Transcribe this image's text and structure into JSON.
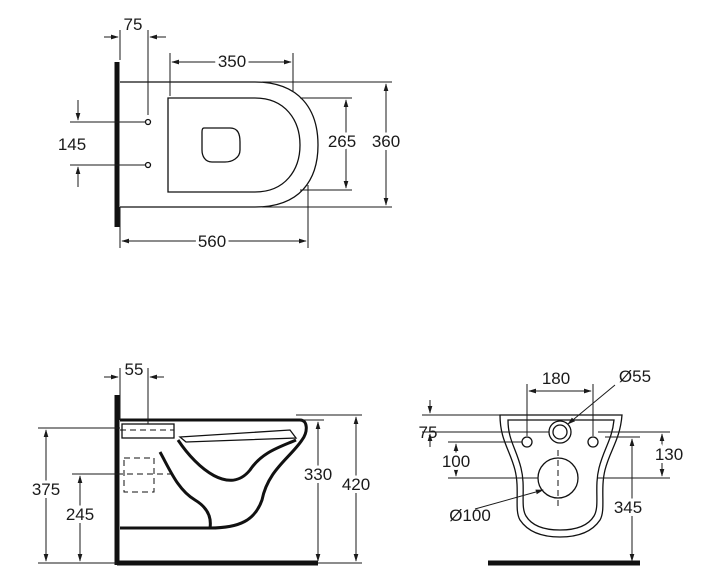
{
  "top_view": {
    "dim_bracket_offset": "75",
    "dim_bowl_length": "350",
    "dim_fixing_spacing": "145",
    "dim_seat_width": "265",
    "dim_overall_width": "360",
    "dim_overall_length": "560"
  },
  "side_view": {
    "dim_outlet_offset": "55",
    "dim_rim_height": "375",
    "dim_outlet_height": "245",
    "dim_bowl_height": "330",
    "dim_overall_height": "420"
  },
  "rear_view": {
    "dim_inlet_spacing": "180",
    "dim_inlet_diameter": "Ø55",
    "dim_top_offset": "75",
    "dim_fixing_height": "100",
    "dim_fixing_right": "130",
    "dim_outlet_diameter": "Ø100",
    "dim_rear_height": "345"
  }
}
